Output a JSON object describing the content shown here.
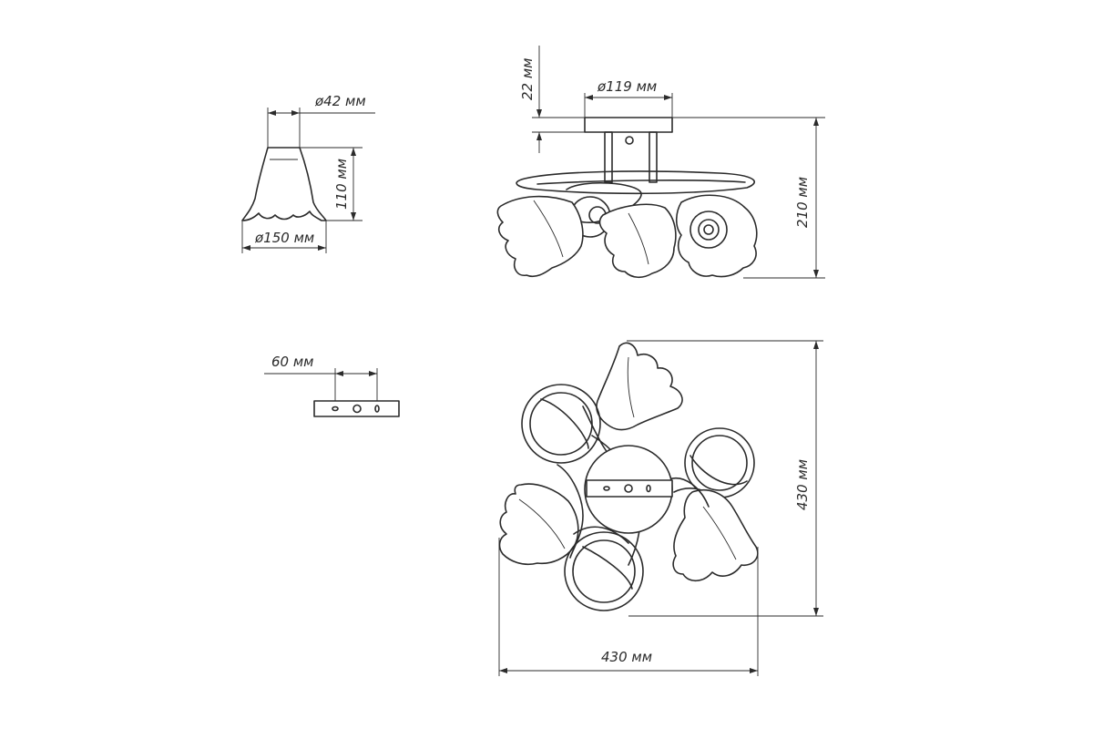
{
  "dimensions": {
    "shade_top_diameter": "ø42 мм",
    "shade_bottom_diameter": "ø150 мм",
    "shade_height": "110 мм",
    "canopy_thickness": "22 мм",
    "canopy_diameter": "ø119 мм",
    "total_height": "210 мм",
    "plate_width": "60 мм",
    "top_view_width": "430 мм",
    "top_view_depth": "430 мм"
  }
}
